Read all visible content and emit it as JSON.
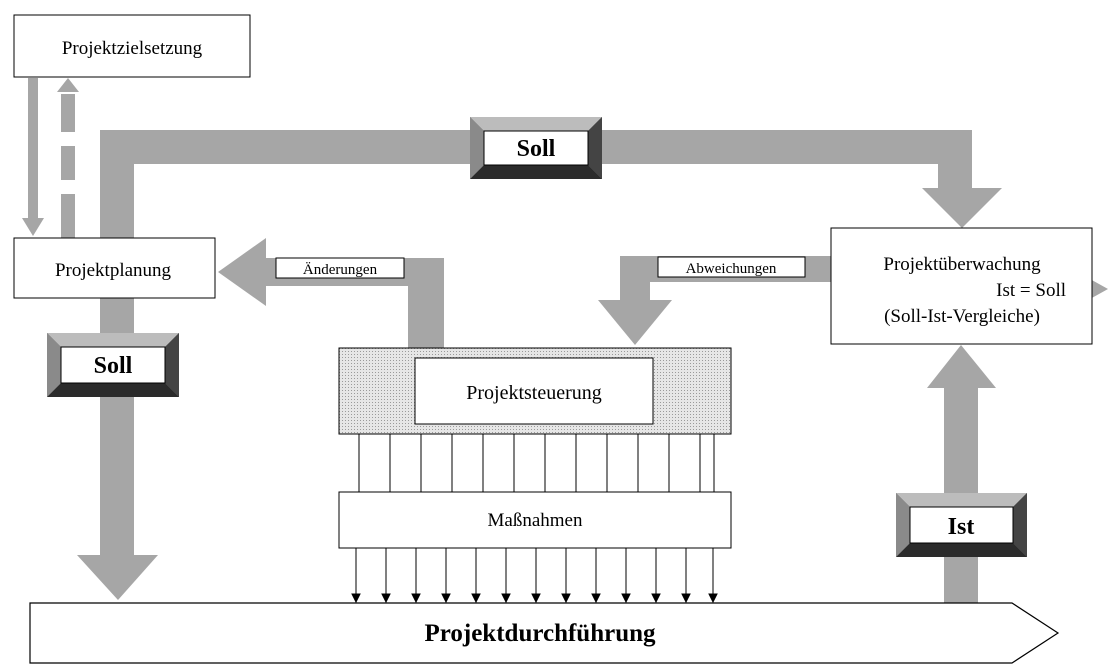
{
  "boxes": {
    "zielsetzung": "Projektzielsetzung",
    "planung": "Projektplanung",
    "ueberwachung_line1": "Projektüberwachung",
    "ueberwachung_line2": "Ist = Soll",
    "ueberwachung_line3": "(Soll-Ist-Vergleiche)",
    "steuerung": "Projektsteuerung",
    "massnahmen": "Maßnahmen",
    "durchfuehrung": "Projektdurchführung"
  },
  "labels": {
    "soll_top": "Soll",
    "soll_left": "Soll",
    "ist": "Ist",
    "aenderungen": "Änderungen",
    "abweichungen": "Abweichungen"
  },
  "colors": {
    "arrow_gray": "#a6a6a6",
    "steuerung_fill": "#d8d8d8",
    "bevel_dark": "#2b2b2b",
    "bevel_mid": "#707070",
    "bevel_light": "#bcbcbc"
  }
}
